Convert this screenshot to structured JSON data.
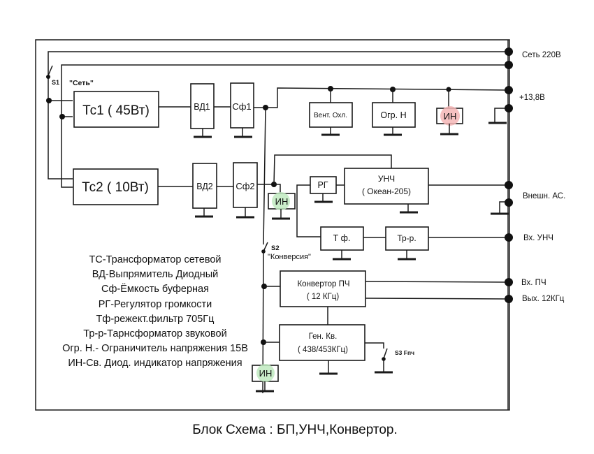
{
  "diagram": {
    "title": "Блок Схема : БП,УНЧ,Конвертор.",
    "blocks": {
      "tc1": "Тс1 ( 45Вт)",
      "tc2": "Тс2 ( 10Вт)",
      "vd1": "ВД1",
      "vd2": "ВД2",
      "sf1": "Сф1",
      "sf2": "Сф2",
      "vent": "Вент. Охл.",
      "ogr": "Огр. Н",
      "in_top": "ИН",
      "in_mid": "ИН",
      "in_bot": "ИН",
      "rg": "РГ",
      "unch_line1": "УНЧ",
      "unch_line2": "( Океан-205)",
      "tf": "Т ф.",
      "trr": "Тр-р.",
      "conv_line1": "Конвертор ПЧ",
      "conv_line2": "( 12 КГц)",
      "gen_line1": "Ген. Кв.",
      "gen_line2": "( 438/453КГц)"
    },
    "switches": {
      "s1_id": "S1",
      "s1_name": "\"Сеть\"",
      "s2_id": "S2",
      "s2_name": "\"Конверсия\"",
      "s3": "S3 Fпч"
    },
    "terminals": {
      "mains": "Сеть 220В",
      "supply": "+13,8В",
      "ext_speakers": "Внешн. АС.",
      "amp_in": "Вх. УНЧ",
      "if_in": "Вх. ПЧ",
      "out_12k": "Вых. 12КГц"
    },
    "legend": [
      "ТС-Трансформатор сетевой",
      "ВД-Выпрямитель Диодный",
      "Сф-Ёмкость буферная",
      "РГ-Регулятор громкости",
      "Тф-режект.фильтр 705Гц",
      "Тр-р-Тарнсформатор звуковой",
      "Огр. Н.- Ограничитель напряжения 15В",
      "ИН-Св. Диод. индикатор напряжения"
    ],
    "colors": {
      "indicator_red": "#f4b6b6",
      "indicator_green": "#bfeabf"
    }
  }
}
